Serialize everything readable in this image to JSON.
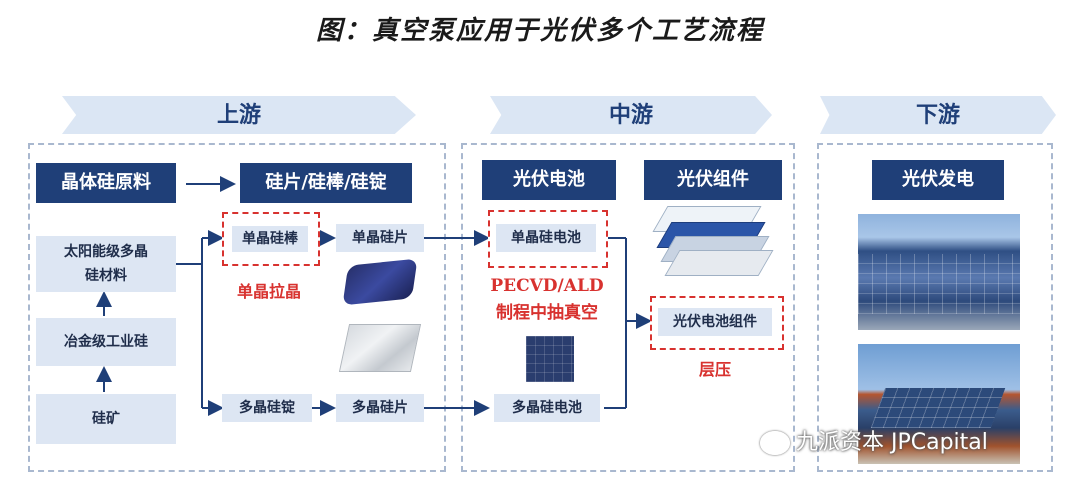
{
  "title": "图：真空泵应用于光伏多个工艺流程",
  "stages": {
    "upstream": "上游",
    "midstream": "中游",
    "downstream": "下游"
  },
  "upstream": {
    "raw_material": "晶体硅原料",
    "wafer_header": "硅片/硅棒/硅锭",
    "solar_grade": "太阳能级多晶硅材料",
    "metallurgical": "冶金级工业硅",
    "ore": "硅矿",
    "mono_rod": "单晶硅棒",
    "mono_wafer": "单晶硅片",
    "crystal_pulling": "单晶拉晶",
    "poly_ingot": "多晶硅锭",
    "poly_wafer": "多晶硅片"
  },
  "midstream": {
    "cell_header": "光伏电池",
    "module_header": "光伏组件",
    "mono_cell": "单晶硅电池",
    "pecvd": "PECVD/ALD",
    "pecvd_sub": "制程中抽真空",
    "poly_cell": "多晶硅电池",
    "module": "光伏电池组件",
    "lamination": "层压"
  },
  "downstream": {
    "power_header": "光伏发电"
  },
  "watermark": "九派资本 JPCapital",
  "colors": {
    "dark_navy": "#1f3f78",
    "light_blue": "#dde6f3",
    "red_accent": "#d8322f"
  }
}
